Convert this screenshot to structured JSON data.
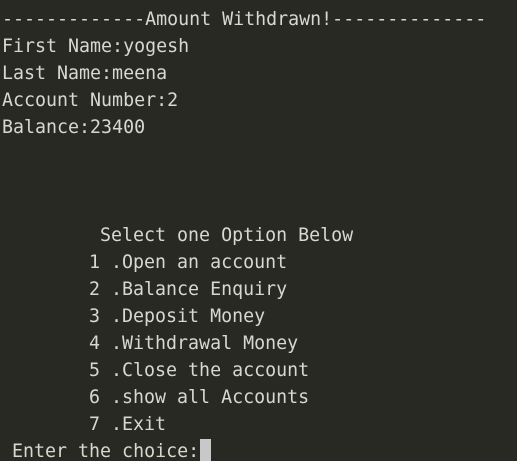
{
  "header": "-------------Amount Withdrawn!--------------",
  "account": {
    "first_name": "First Name:yogesh",
    "last_name": "Last Name:meena",
    "account_number": "Account Number:2",
    "balance": "Balance:23400"
  },
  "menu": {
    "title": "Select one Option Below",
    "items": [
      "1 .Open an account",
      "2 .Balance Enquiry",
      "3 .Deposit Money",
      "4 .Withdrawal Money",
      "5 .Close the account",
      "6 .show all Accounts",
      "7 .Exit"
    ]
  },
  "prompt": "Enter the choice:"
}
